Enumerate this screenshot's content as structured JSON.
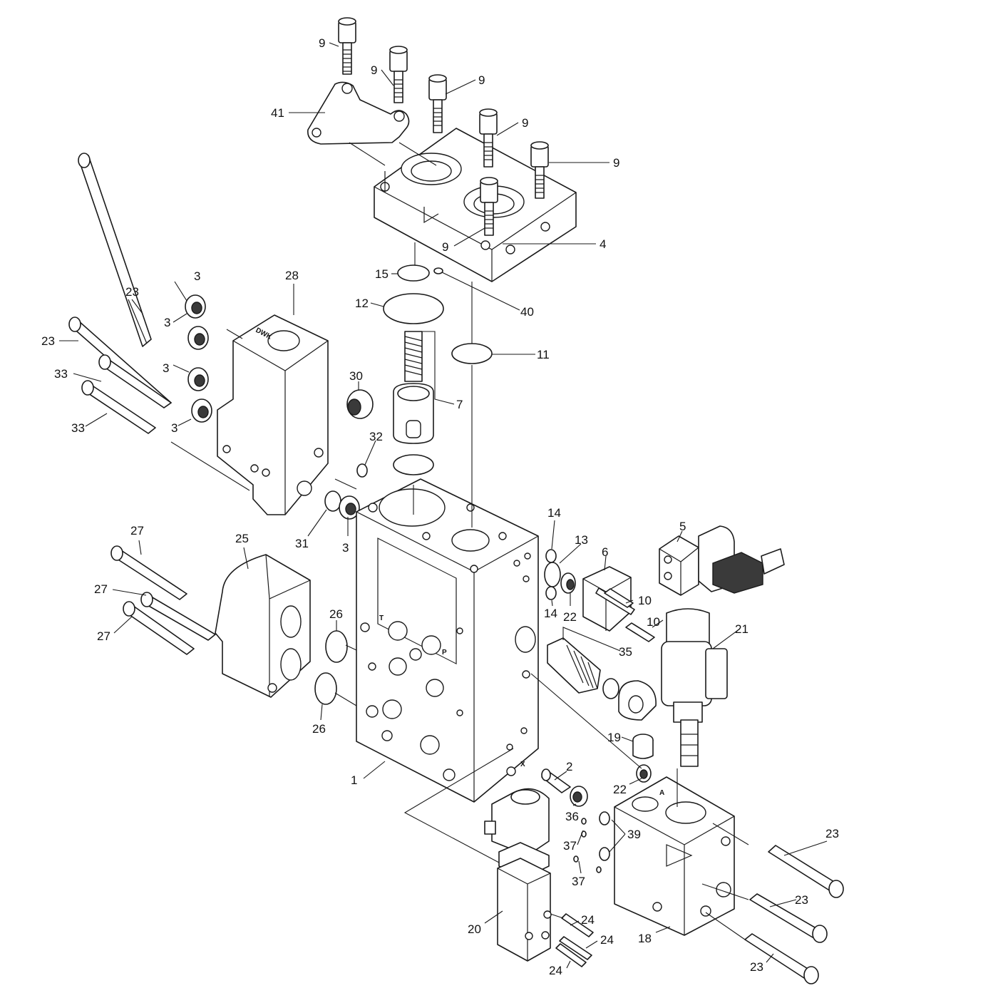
{
  "diagram": {
    "callouts": [
      {
        "id": "9a",
        "text": "9"
      },
      {
        "id": "9b",
        "text": "9"
      },
      {
        "id": "9c",
        "text": "9"
      },
      {
        "id": "9d",
        "text": "9"
      },
      {
        "id": "9e",
        "text": "9"
      },
      {
        "id": "9f",
        "text": "9"
      },
      {
        "id": "41",
        "text": "41"
      },
      {
        "id": "4",
        "text": "4"
      },
      {
        "id": "15",
        "text": "15"
      },
      {
        "id": "40",
        "text": "40"
      },
      {
        "id": "12",
        "text": "12"
      },
      {
        "id": "11",
        "text": "11"
      },
      {
        "id": "7",
        "text": "7"
      },
      {
        "id": "28",
        "text": "28"
      },
      {
        "id": "3a",
        "text": "3"
      },
      {
        "id": "3b",
        "text": "3"
      },
      {
        "id": "3c",
        "text": "3"
      },
      {
        "id": "3d",
        "text": "3"
      },
      {
        "id": "3e",
        "text": "3"
      },
      {
        "id": "23a",
        "text": "23"
      },
      {
        "id": "23b",
        "text": "23"
      },
      {
        "id": "33a",
        "text": "33"
      },
      {
        "id": "33b",
        "text": "33"
      },
      {
        "id": "30",
        "text": "30"
      },
      {
        "id": "32",
        "text": "32"
      },
      {
        "id": "31",
        "text": "31"
      },
      {
        "id": "27a",
        "text": "27"
      },
      {
        "id": "27b",
        "text": "27"
      },
      {
        "id": "27c",
        "text": "27"
      },
      {
        "id": "25",
        "text": "25"
      },
      {
        "id": "26a",
        "text": "26"
      },
      {
        "id": "26b",
        "text": "26"
      },
      {
        "id": "1",
        "text": "1"
      },
      {
        "id": "14a",
        "text": "14"
      },
      {
        "id": "14b",
        "text": "14"
      },
      {
        "id": "13",
        "text": "13"
      },
      {
        "id": "6",
        "text": "6"
      },
      {
        "id": "5",
        "text": "5"
      },
      {
        "id": "22a",
        "text": "22"
      },
      {
        "id": "22b",
        "text": "22"
      },
      {
        "id": "10a",
        "text": "10"
      },
      {
        "id": "10b",
        "text": "10"
      },
      {
        "id": "21",
        "text": "21"
      },
      {
        "id": "35",
        "text": "35"
      },
      {
        "id": "19",
        "text": "19"
      },
      {
        "id": "2",
        "text": "2"
      },
      {
        "id": "36",
        "text": "36"
      },
      {
        "id": "39",
        "text": "39"
      },
      {
        "id": "37a",
        "text": "37"
      },
      {
        "id": "37b",
        "text": "37"
      },
      {
        "id": "23c",
        "text": "23"
      },
      {
        "id": "23d",
        "text": "23"
      },
      {
        "id": "23e",
        "text": "23"
      },
      {
        "id": "18",
        "text": "18"
      },
      {
        "id": "20",
        "text": "20"
      },
      {
        "id": "24a",
        "text": "24"
      },
      {
        "id": "24b",
        "text": "24"
      },
      {
        "id": "24c",
        "text": "24"
      }
    ],
    "markings": {
      "port_t": "T",
      "port_p": "P",
      "port_x": "X",
      "port_a": "A",
      "stamp_28": "DWK"
    }
  }
}
